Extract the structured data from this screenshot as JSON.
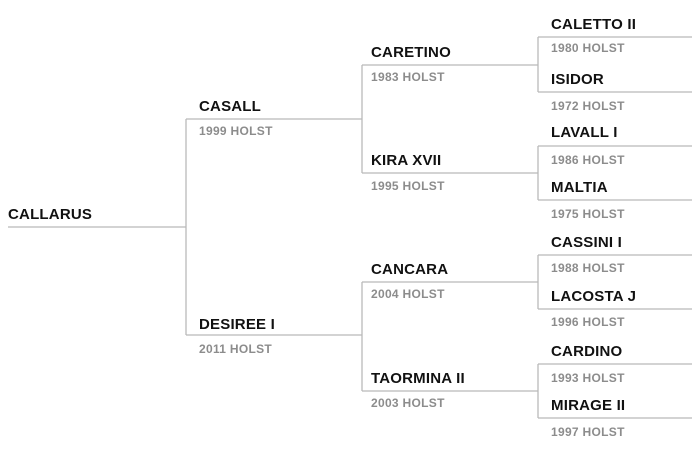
{
  "colors": {
    "line": "#b9b9b9",
    "name_text": "#111111",
    "meta_text": "#8c8c8c",
    "background": "#ffffff"
  },
  "root": {
    "name": "CALLARUS"
  },
  "sire": {
    "name": "CASALL",
    "meta": "1999 HOLST"
  },
  "dam": {
    "name": "DESIREE I",
    "meta": "2011 HOLST"
  },
  "sire_sire": {
    "name": "CARETINO",
    "meta": "1983 HOLST"
  },
  "sire_dam": {
    "name": "KIRA XVII",
    "meta": "1995 HOLST"
  },
  "dam_sire": {
    "name": "CANCARA",
    "meta": "2004 HOLST"
  },
  "dam_dam": {
    "name": "TAORMINA II",
    "meta": "2003 HOLST"
  },
  "gen3": [
    {
      "name": "CALETTO II",
      "meta": "1980 HOLST"
    },
    {
      "name": "ISIDOR",
      "meta": "1972 HOLST"
    },
    {
      "name": "LAVALL I",
      "meta": "1986 HOLST"
    },
    {
      "name": "MALTIA",
      "meta": "1975 HOLST"
    },
    {
      "name": "CASSINI I",
      "meta": "1988 HOLST"
    },
    {
      "name": "LACOSTA J",
      "meta": "1996 HOLST"
    },
    {
      "name": "CARDINO",
      "meta": "1993 HOLST"
    },
    {
      "name": "MIRAGE II",
      "meta": "1997 HOLST"
    }
  ]
}
